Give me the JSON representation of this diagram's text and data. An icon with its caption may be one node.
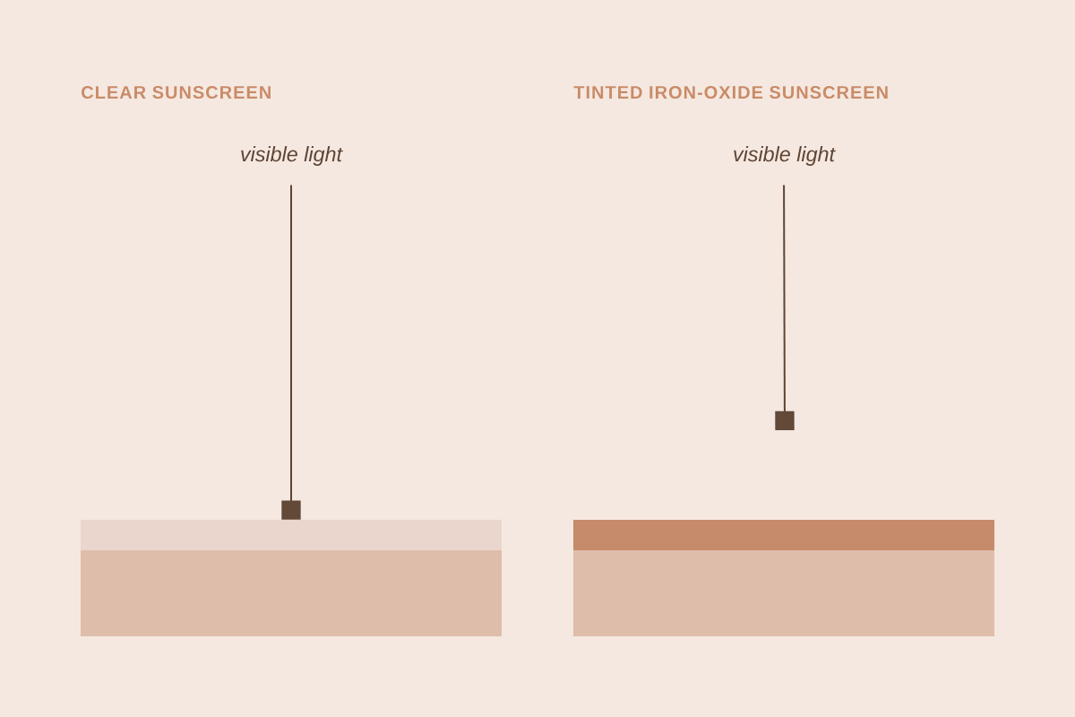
{
  "diagram": {
    "nodes": [
      {
        "text": [
          "visible light"
        ]
      },
      {
        "text": [],
        "shape": "box"
      },
      {
        "text": [],
        "shape": "box"
      },
      {
        "text": [
          "visible light"
        ]
      },
      {
        "text": [],
        "shape": "box"
      },
      {
        "text": [],
        "shape": "box"
      }
    ],
    "edges": [
      {
        "from": 0,
        "to": 1,
        "arrow": "other"
      },
      {
        "from": 3,
        "to": null,
        "arrow": "other"
      }
    ],
    "labels": [
      "CLEAR SUNSCREEN",
      "TINTED IRON-OXIDE SUNSCREEN"
    ]
  }
}
